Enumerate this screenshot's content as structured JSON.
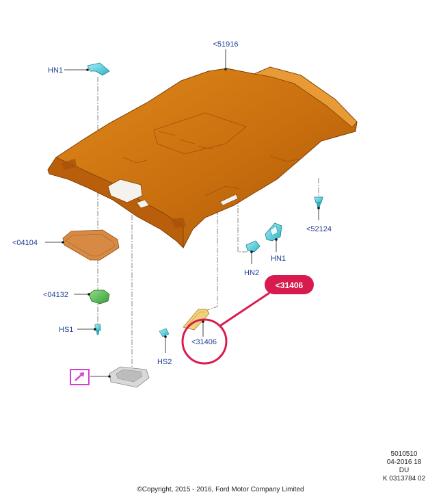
{
  "labels": {
    "headliner": "<51916",
    "clip_hn1_top": "HN1",
    "clip_hn1_right": "HN1",
    "clip_hn2": "HN2",
    "screw_hs1": "HS1",
    "screw_hs2": "HS2",
    "part_52124": "<52124",
    "part_04104": "<04104",
    "part_04132": "<04132",
    "part_31406": "<31406",
    "part_31406_highlight": "<31406"
  },
  "reference": {
    "line1": "5010510",
    "line2": "04-2016 18",
    "line3": "DU",
    "line4": "K 0313784 02"
  },
  "copyright": "©Copyright, 2015 - 2016, Ford Motor Company Limited",
  "colors": {
    "headliner": "#d27a12",
    "clip": "#5fd3e0",
    "label": "#1f3f93",
    "highlight": "#d81b4f",
    "link_icon": "#d63fd0"
  },
  "icons": {
    "link": "arrow-link-icon"
  }
}
